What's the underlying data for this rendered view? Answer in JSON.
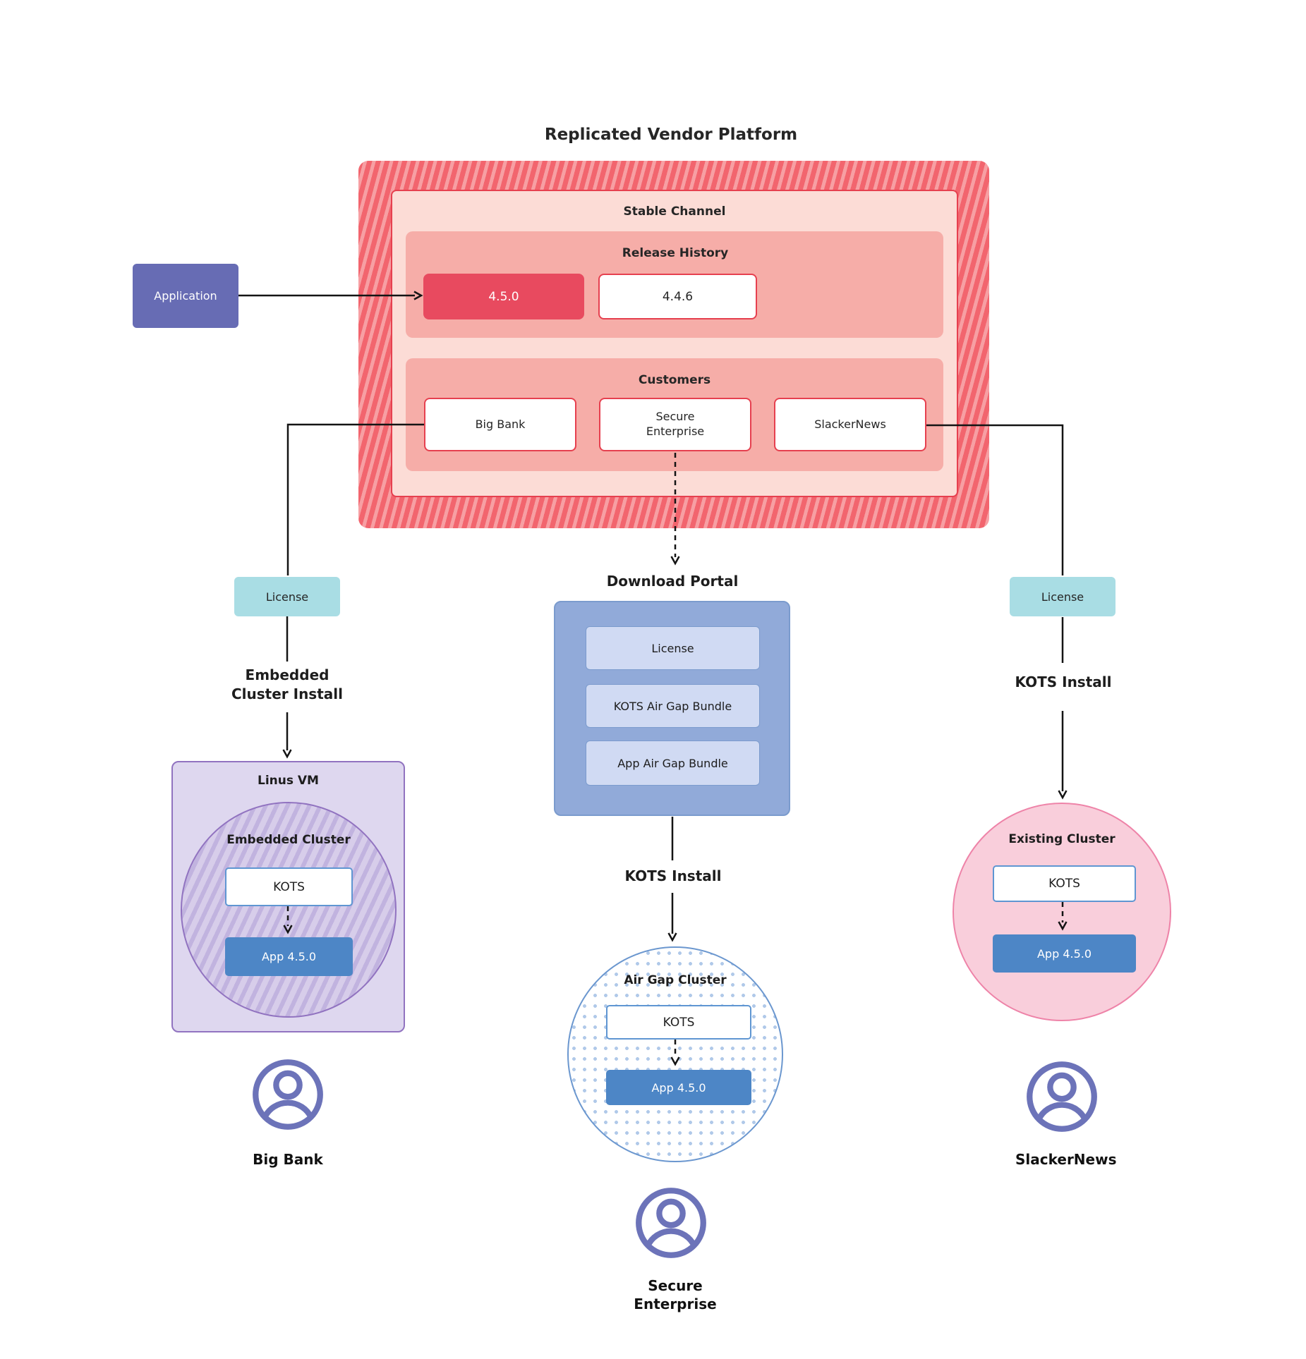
{
  "title": "Replicated Vendor Platform",
  "platform": {
    "channel_label": "Stable Channel",
    "release_history": {
      "label": "Release History",
      "releases": [
        {
          "version": "4.5.0",
          "current": true
        },
        {
          "version": "4.4.6",
          "current": false
        }
      ]
    },
    "customers": {
      "label": "Customers",
      "items": [
        "Big Bank",
        "Secure Enterprise",
        "SlackerNews"
      ]
    }
  },
  "application": {
    "label": "Application"
  },
  "download_portal": {
    "title": "Download Portal",
    "items": [
      "License",
      "KOTS Air Gap Bundle",
      "App Air Gap Bundle"
    ]
  },
  "left_flow": {
    "license_label": "License",
    "install_label": "Embedded Cluster Install",
    "vm_title": "Linus VM",
    "cluster_title": "Embedded Cluster",
    "kots_label": "KOTS",
    "app_label": "App 4.5.0",
    "user_label": "Big Bank"
  },
  "middle_flow": {
    "install_label": "KOTS Install",
    "cluster_title": "Air Gap Cluster",
    "kots_label": "KOTS",
    "app_label": "App 4.5.0",
    "user_label": "Secure Enterprise"
  },
  "right_flow": {
    "license_label": "License",
    "install_label": "KOTS Install",
    "cluster_title": "Existing Cluster",
    "kots_label": "KOTS",
    "app_label": "App 4.5.0",
    "user_label": "SlackerNews"
  },
  "colors": {
    "hatch_base": "#f2656e",
    "hatch_stripe": "#f79fa3",
    "panel_pink_light": "#fcdcd6",
    "panel_pink_mid": "#f6ada8",
    "box_border_red": "#e6404f",
    "release_current_bg": "#e84a5f",
    "application_purple": "#676cb4",
    "license_teal": "#a9dde4",
    "portal_blue": "#91aad9",
    "portal_item_bg": "#d0daf3",
    "portal_item_border": "#7b9bcd",
    "kots_border_blue": "#5f96d2",
    "app_blue": "#4d86c6",
    "vm_lavender": "#ded7ef",
    "vm_border_purple": "#9173c0",
    "cluster_hatch_a": "#d7cdea",
    "cluster_hatch_b": "#c1b3df",
    "existing_pink": "#f9cedb",
    "existing_border": "#ee83a8",
    "dot_blue": "#b0c9e9",
    "airgap_border": "#6b97cf",
    "user_icon_purple": "#6c73b9",
    "text_dark": "#262626",
    "line_black": "#141414"
  }
}
